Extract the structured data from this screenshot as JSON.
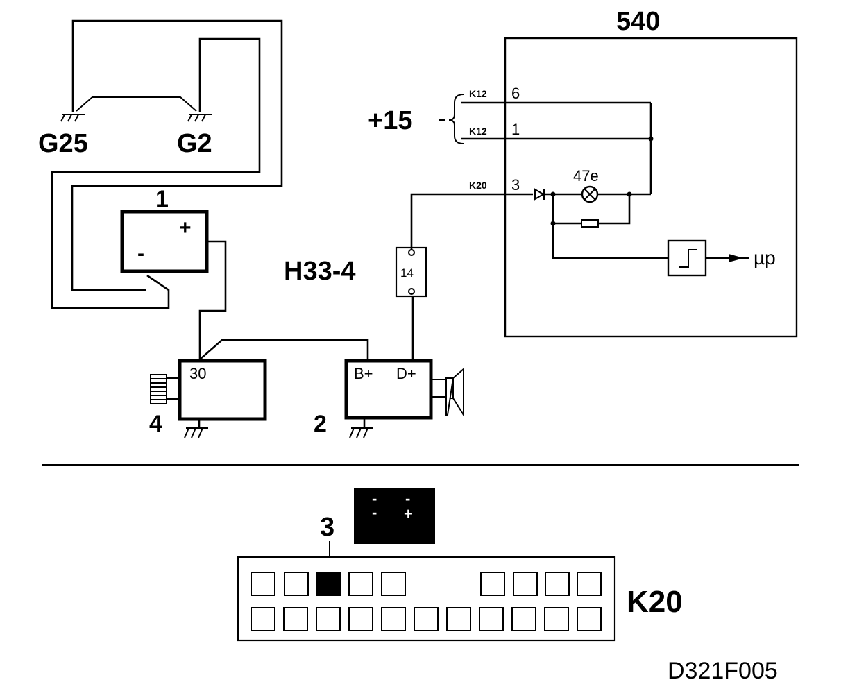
{
  "module_label": "540",
  "supply": {
    "label": "+15",
    "lines": [
      {
        "connector": "K12",
        "pin": "6"
      },
      {
        "connector": "K12",
        "pin": "1"
      }
    ]
  },
  "charge_line": {
    "connector": "K20",
    "pin": "3"
  },
  "lamp_label": "47e",
  "output_label": "µp",
  "grounds": [
    "G25",
    "G2"
  ],
  "battery": {
    "number": "1",
    "plus": "+",
    "minus": "-"
  },
  "fuse": {
    "label": "H33-4",
    "number": "14"
  },
  "starter": {
    "number": "4",
    "terminal": "30"
  },
  "alternator": {
    "number": "2",
    "terminal_b": "B+",
    "terminal_d": "D+"
  },
  "connector": {
    "name": "K20",
    "pin_callout": "3",
    "inset_symbols": [
      "-",
      "-",
      "-",
      "+"
    ]
  },
  "figure_code": "D321F005"
}
